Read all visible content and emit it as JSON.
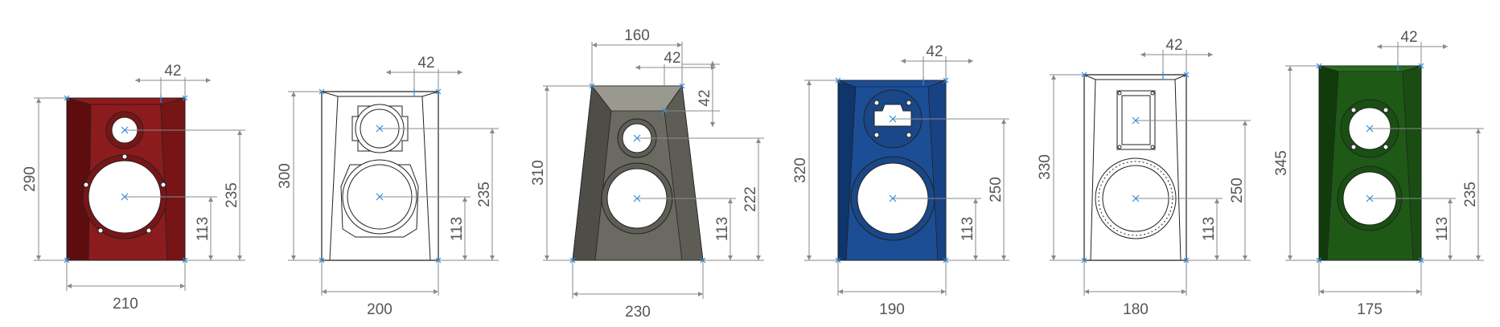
{
  "drawing": {
    "colors": {
      "dimension_line": "#8a8a8a",
      "dimension_text": "#555555",
      "center_mark": "#2f8fe0",
      "outline": "#222222"
    },
    "speakers": [
      {
        "id": "red",
        "fill": "#8c1b1d",
        "side_shade": "#5e0c0e",
        "dims": {
          "width": "210",
          "height": "290",
          "offset": "42",
          "driver_spacing": "235",
          "woofer_height": "113"
        },
        "drivers": [
          "round-tweeter",
          "round-woofer"
        ]
      },
      {
        "id": "white-a",
        "fill": "#ffffff",
        "side_shade": "#ffffff",
        "dims": {
          "width": "200",
          "height": "300",
          "offset": "42",
          "driver_spacing": "235",
          "woofer_height": "113"
        },
        "drivers": [
          "flanged-tweeter",
          "flanged-woofer"
        ]
      },
      {
        "id": "gray",
        "fill": "#6b6a62",
        "side_shade": "#4e4d47",
        "dims": {
          "width": "230",
          "height": "310",
          "top_width": "160",
          "offset": "42",
          "offset_vertical": "42",
          "driver_spacing": "222",
          "woofer_height": "113"
        },
        "drivers": [
          "round-tweeter",
          "round-woofer"
        ]
      },
      {
        "id": "blue",
        "fill": "#1c4e96",
        "side_shade": "#0f356c",
        "dims": {
          "width": "190",
          "height": "320",
          "offset": "42",
          "driver_spacing": "250",
          "woofer_height": "113"
        },
        "drivers": [
          "flanged-tweeter",
          "round-woofer"
        ]
      },
      {
        "id": "white-b",
        "fill": "#ffffff",
        "side_shade": "#ffffff",
        "dims": {
          "width": "180",
          "height": "330",
          "offset": "42",
          "driver_spacing": "250",
          "woofer_height": "113"
        },
        "drivers": [
          "square-tweeter",
          "bolted-woofer"
        ]
      },
      {
        "id": "green",
        "fill": "#1e5a16",
        "side_shade": "#123b0c",
        "dims": {
          "width": "175",
          "height": "345",
          "offset": "42",
          "driver_spacing": "235",
          "woofer_height": "113"
        },
        "drivers": [
          "round-tweeter",
          "round-woofer"
        ]
      }
    ]
  }
}
